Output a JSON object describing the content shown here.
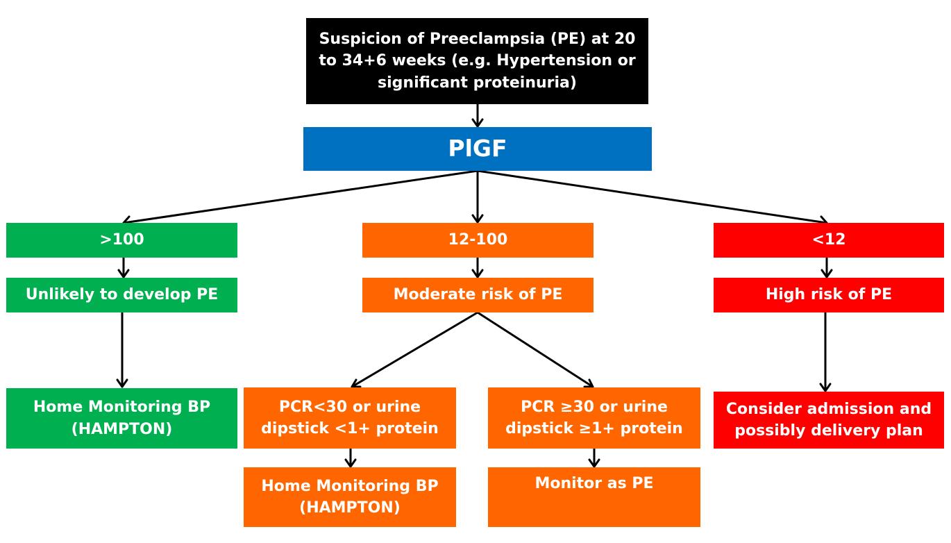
{
  "root": {
    "text": "Suspicion of Preeclampsia (PE) at 20 to 34+6 weeks (e.g. Hypertension or significant proteinuria)"
  },
  "test": {
    "text": "PlGF"
  },
  "left": {
    "range": ">100",
    "risk": "Unlikely to develop PE",
    "action": "Home Monitoring BP (HAMPTON)"
  },
  "middle": {
    "range": "12-100",
    "risk": "Moderate risk of PE",
    "low_branch": {
      "criteria": "PCR<30 or urine dipstick <1+ protein",
      "action": "Home Monitoring BP (HAMPTON)"
    },
    "high_branch": {
      "criteria": "PCR ≥30 or urine dipstick ≥1+ protein",
      "action": "Monitor as PE"
    }
  },
  "right": {
    "range": "<12",
    "risk": "High risk of PE",
    "action": "Consider admission and possibly delivery plan"
  },
  "colors": {
    "root": "#000000",
    "test": "#0070C0",
    "low_risk": "#00B050",
    "moderate_risk": "#FF6600",
    "high_risk": "#FF0000"
  }
}
